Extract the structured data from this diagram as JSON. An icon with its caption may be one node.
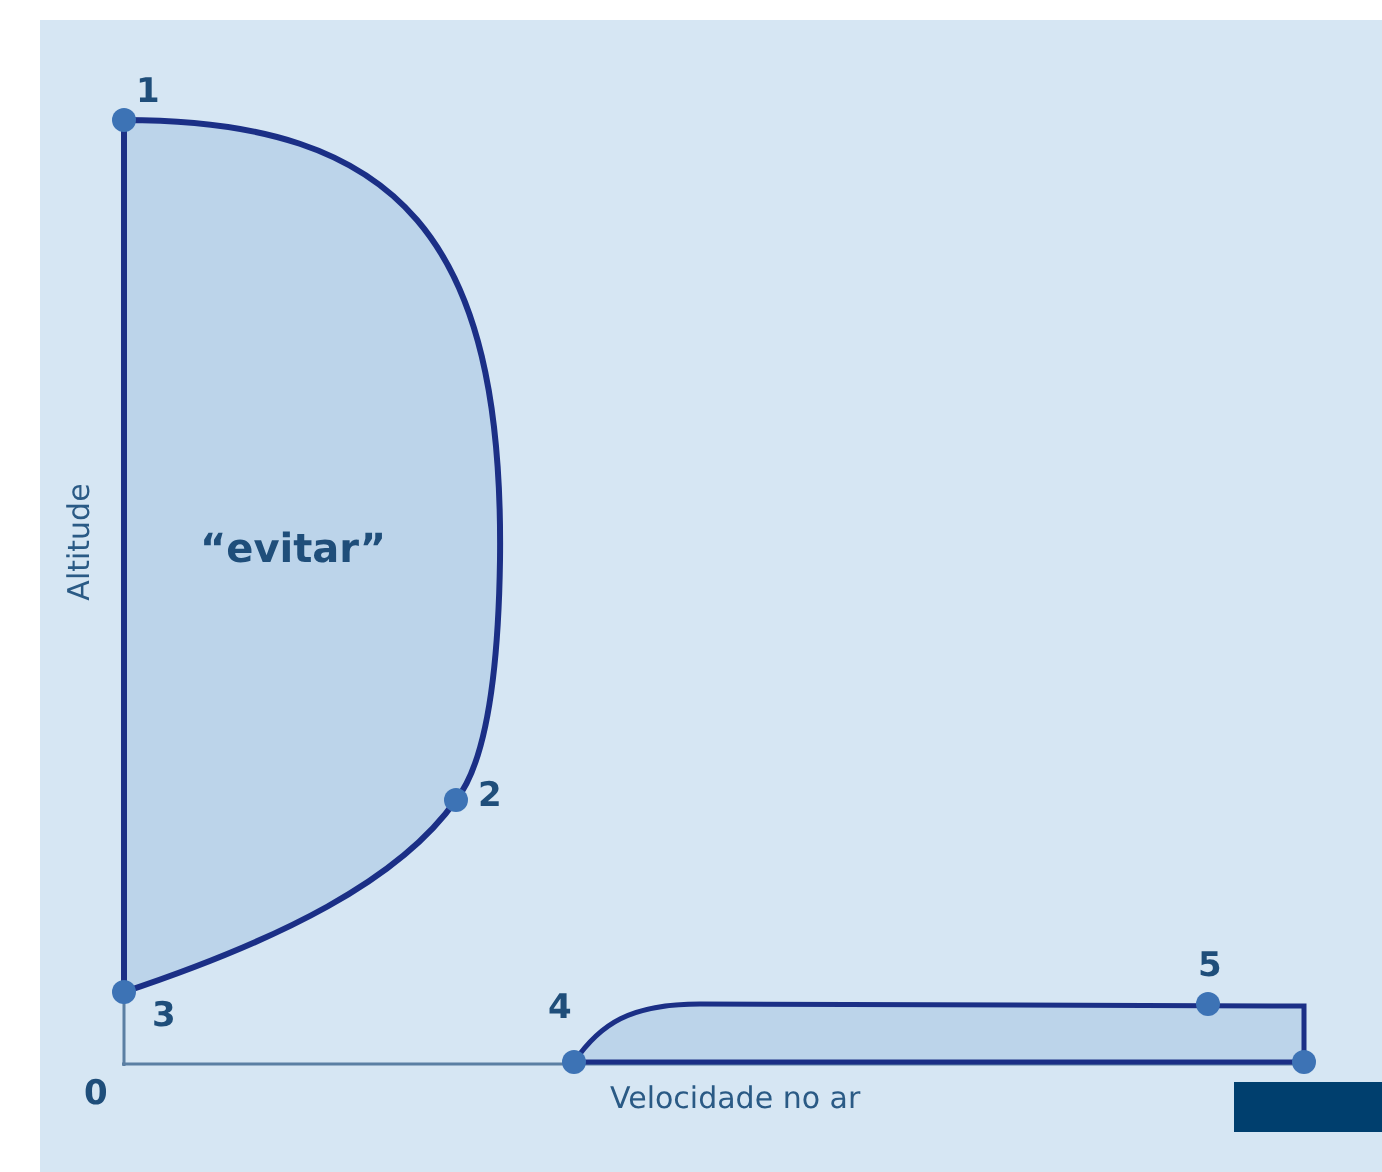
{
  "diagram": {
    "labels": [
      "1",
      "“evitar”",
      "Altitude",
      "2",
      "3",
      "4",
      "5",
      "0",
      "Velocidade no ar"
    ]
  }
}
